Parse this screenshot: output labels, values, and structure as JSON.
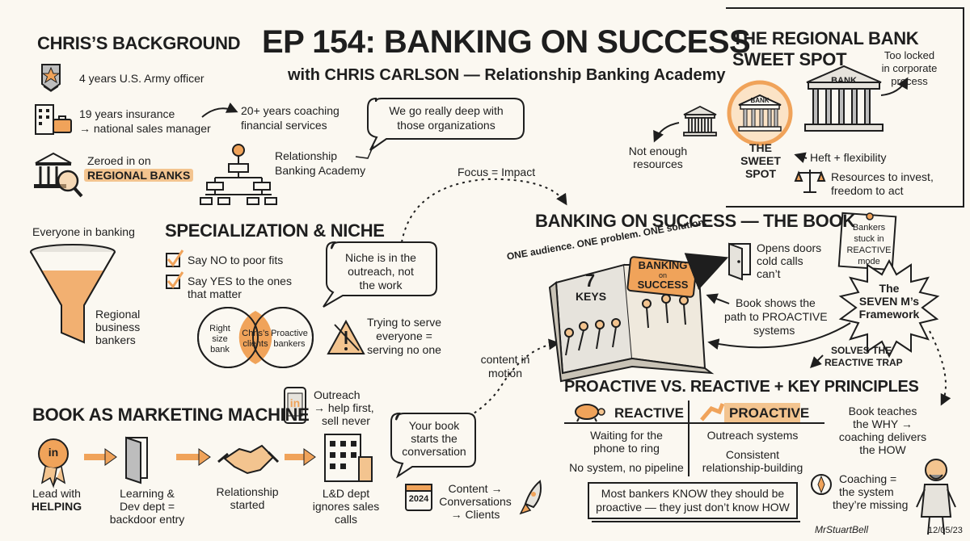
{
  "header": {
    "title": "EP 154: BANKING ON SUCCESS",
    "subtitle": "with CHRIS CARLSON — Relationship Banking Academy"
  },
  "background": {
    "heading": "CHRIS’S BACKGROUND",
    "army": "4 years U.S. Army officer",
    "insurance_1": "19 years insurance",
    "insurance_2": "→ national sales manager",
    "coaching_1": "20+ years coaching",
    "coaching_2": "financial services",
    "quote_1": "We go really deep with",
    "quote_2": "those organizations",
    "zeroed": "Zeroed in on",
    "regional": "REGIONAL BANKS",
    "academy_1": "Relationship",
    "academy_2": "Banking Academy"
  },
  "sweet_spot": {
    "heading_1": "THE REGIONAL BANK",
    "heading_2": "SWEET SPOT",
    "locked_1": "Too locked",
    "locked_2": "in corporate",
    "locked_3": "process",
    "big_bank_sign": "BANK",
    "mid_bank_sign": "BANK",
    "center_1": "THE",
    "center_2": "SWEET",
    "center_3": "SPOT",
    "not_enough_1": "Not enough",
    "not_enough_2": "resources",
    "heft": "Heft + flexibility",
    "resources_1": "Resources to invest,",
    "resources_2": "freedom to act"
  },
  "connector": {
    "focus": "Focus = Impact",
    "content_1": "content in",
    "content_2": "motion",
    "solves_1": "SOLVES THE",
    "solves_2": "REACTIVE TRAP"
  },
  "niche": {
    "heading": "SPECIALIZATION & NICHE",
    "funnel_top": "Everyone in banking",
    "funnel_1": "Regional",
    "funnel_2": "business",
    "funnel_3": "bankers",
    "no": "Say NO to poor fits",
    "yes_1": "Say YES to the ones",
    "yes_2": "that matter",
    "bubble_1": "Niche is in the",
    "bubble_2": "outreach, not",
    "bubble_3": "the work",
    "venn_left_1": "Right",
    "venn_left_2": "size",
    "venn_left_3": "bank",
    "venn_mid_1": "Chris’s",
    "venn_mid_2": "clients",
    "venn_right_1": "Proactive",
    "venn_right_2": "bankers",
    "warning_1": "Trying to serve",
    "warning_2": "everyone =",
    "warning_3": "serving no one"
  },
  "book": {
    "heading": "BANKING ON SUCCESS — THE BOOK",
    "tagline": "ONE audience. ONE problem. ONE solution.",
    "keys_num": "7",
    "keys_word": "KEYS",
    "cover_1": "BANKING",
    "cover_2": "on",
    "cover_3": "SUCCESS",
    "doors_1": "Opens doors",
    "doors_2": "cold calls",
    "doors_3": "can’t",
    "note_1": "Bankers",
    "note_2": "stuck in",
    "note_3": "REACTIVE",
    "note_4": "mode",
    "framework_1": "The",
    "framework_2": "SEVEN M’s",
    "framework_3": "Framework",
    "path_1": "Book shows the",
    "path_2": "path to PROACTIVE",
    "path_3": "systems"
  },
  "marketing": {
    "heading": "BOOK AS MARKETING MACHINE",
    "outreach_1": "Outreach",
    "outreach_2": "→ help first,",
    "outreach_3": "sell never",
    "badge": "in",
    "phone_logo": "in",
    "step1_1": "Lead with",
    "step1_2": "HELPING",
    "step2_1": "Learning &",
    "step2_2": "Dev dept =",
    "step2_3": "backdoor entry",
    "step3_1": "Relationship",
    "step3_2": "started",
    "step4_1": "L&D dept",
    "step4_2": "ignores sales",
    "step4_3": "calls",
    "conversation_1": "Your book",
    "conversation_2": "starts the",
    "conversation_3": "conversation",
    "calendar": "2024",
    "content_1": "Content →",
    "content_2": "Conversations",
    "content_3": "→ Clients"
  },
  "principles": {
    "heading": "PROACTIVE VS. REACTIVE + KEY PRINCIPLES",
    "reactive": "REACTIVE",
    "proactive": "PROACTIVE",
    "r1_1": "Waiting for the",
    "r1_2": "phone to ring",
    "r2": "No system, no pipeline",
    "p1": "Outreach systems",
    "p2_1": "Consistent",
    "p2_2": "relationship-building",
    "teaches_1": "Book teaches",
    "teaches_2": "the WHY →",
    "teaches_3": "coaching delivers",
    "teaches_4": "the HOW",
    "callout_1": "Most bankers KNOW they should be",
    "callout_2": "proactive — they just don’t know HOW",
    "coaching_1": "Coaching =",
    "coaching_2": "the system",
    "coaching_3": "they’re missing"
  },
  "footer": {
    "signature": "MrStuartBell",
    "date": "12/05/23"
  },
  "colors": {
    "accent": "#f0a35a",
    "accent_light": "#f3c48f",
    "ink": "#1e1e1e",
    "paper": "#fbf8f1"
  }
}
